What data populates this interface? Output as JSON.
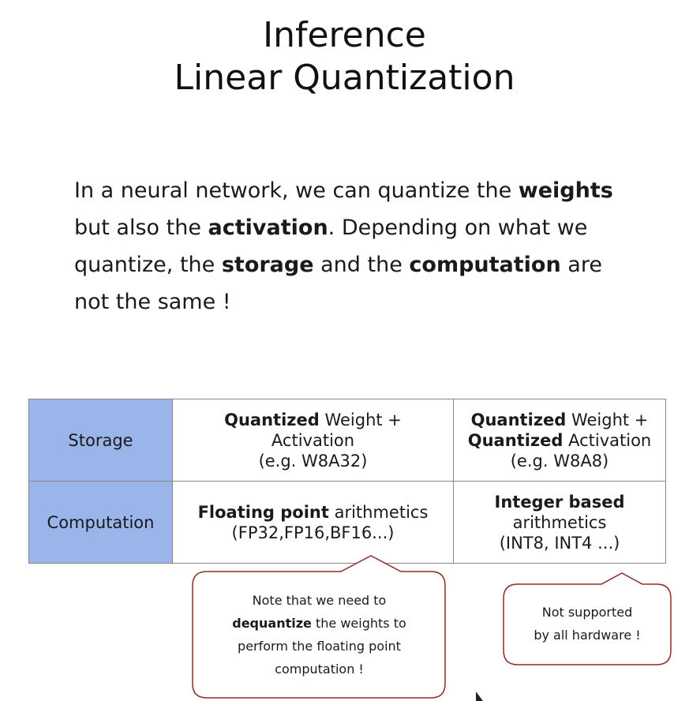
{
  "title": {
    "line1": "Inference",
    "line2": "Linear Quantization"
  },
  "intro": {
    "p1": "In a neural network, we can quantize the ",
    "b1": "weights",
    "p2": " but also the ",
    "b2": "activation",
    "p3": ". Depending on what we quantize, the ",
    "b3": "storage",
    "p4": " and the ",
    "b4": "computation",
    "p5": " are not the same !"
  },
  "table": {
    "storage_label": "Storage",
    "computation_label": "Computation",
    "storage_col1": {
      "bold": "Quantized",
      "text1": " Weight +",
      "text2": "Activation",
      "example": "(e.g. W8A32)"
    },
    "storage_col2": {
      "bold1": "Quantized",
      "text1": " Weight +",
      "bold2": "Quantized",
      "text2": " Activation",
      "example": "(e.g. W8A8)"
    },
    "comp_col1": {
      "bold": "Floating point",
      "text": " arithmetics",
      "formats": "(FP32,FP16,BF16...)"
    },
    "comp_col2": {
      "bold": "Integer based",
      "text": "arithmetics",
      "formats": "(INT8, INT4 ...)"
    },
    "header_color": "#99b5ea"
  },
  "callouts": {
    "note1": {
      "t1": "Note that we need to",
      "bold": "dequantize",
      "t2": " the weights to",
      "t3": "perform the floating point",
      "t4": "computation !"
    },
    "note2": {
      "t1": "Not supported",
      "t2": "by all hardware !"
    },
    "border_color": "#8b2b2b"
  }
}
